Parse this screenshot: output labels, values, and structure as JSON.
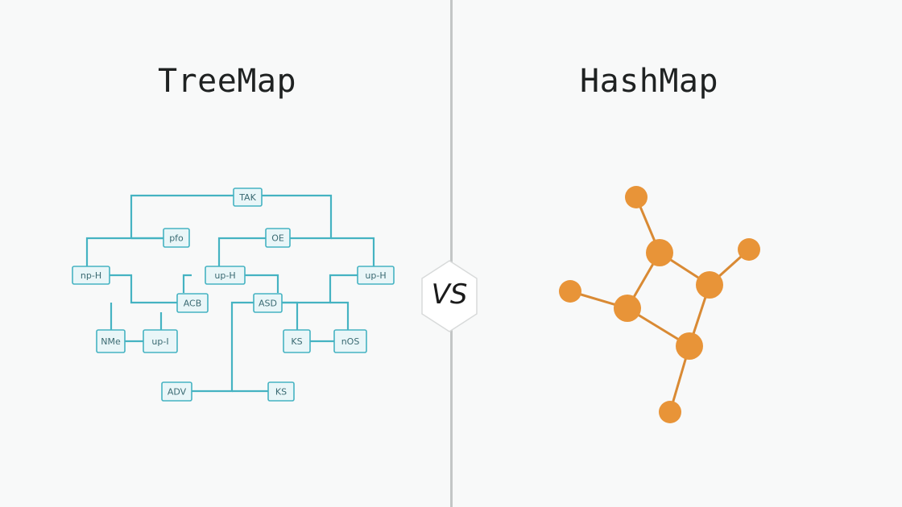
{
  "left_title": "TreeMap",
  "right_title": "HashMap",
  "vs_label": "VS",
  "tree_color": "#45b3c2",
  "tree_box_fill": "#e9f6f8",
  "graph_node_color": "#e89438",
  "graph_edge_color": "#d98a34",
  "tree_nodes": [
    {
      "id": "n1",
      "label": "TAK"
    },
    {
      "id": "n2",
      "label": "pfo"
    },
    {
      "id": "n3",
      "label": "OE"
    },
    {
      "id": "n4",
      "label": "np-H"
    },
    {
      "id": "n5",
      "label": "up-H"
    },
    {
      "id": "n6",
      "label": "up-H"
    },
    {
      "id": "n7",
      "label": "ACB"
    },
    {
      "id": "n8",
      "label": "ASD"
    },
    {
      "id": "n9",
      "label": "NMe"
    },
    {
      "id": "n10",
      "label": "up-I"
    },
    {
      "id": "n11",
      "label": "KS"
    },
    {
      "id": "n12",
      "label": "nOS"
    },
    {
      "id": "n13",
      "label": "ADV"
    },
    {
      "id": "n14",
      "label": "KS"
    }
  ]
}
